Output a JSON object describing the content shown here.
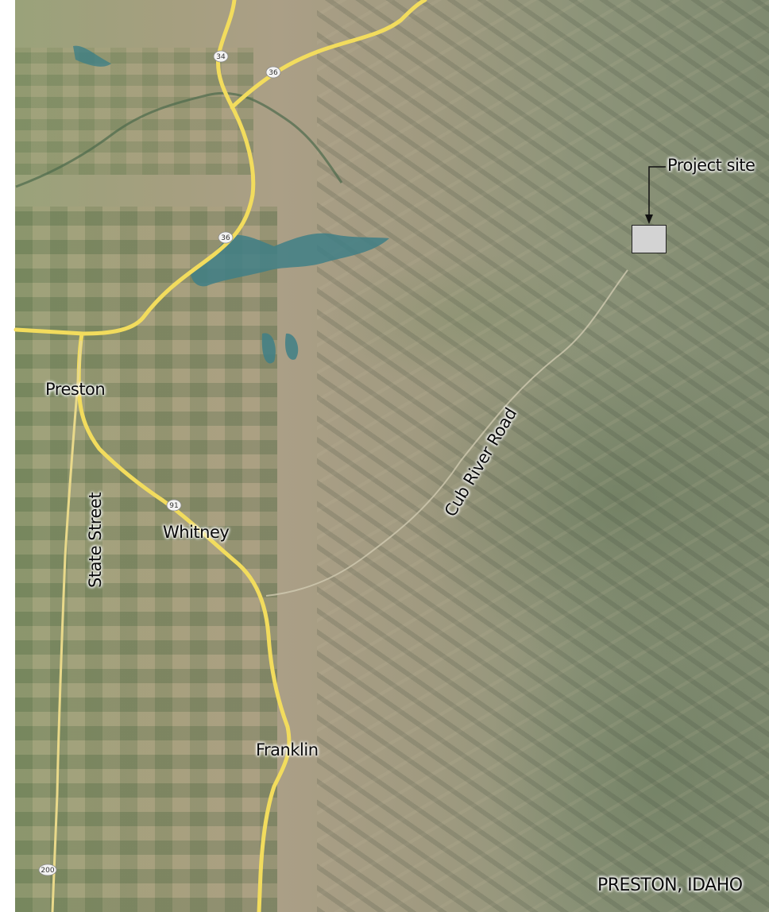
{
  "labels": {
    "preston": "Preston",
    "whitney": "Whitney",
    "franklin": "Franklin",
    "state_street": "State Street",
    "cub_river_road": "Cub River Road",
    "project_site": "Project site",
    "title": "PRESTON, IDAHO"
  },
  "route_shields": {
    "r34": "34",
    "r36a": "36",
    "r36b": "36",
    "r91": "91",
    "r200": "200"
  },
  "colors": {
    "highway": "#f2dc5d",
    "water": "#3f7f86",
    "site_fill": "#d3d3d3"
  }
}
